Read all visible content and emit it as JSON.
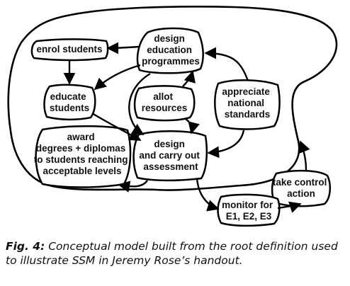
{
  "diagram": {
    "nodes": [
      {
        "id": "enrol",
        "lines": [
          "enrol students"
        ]
      },
      {
        "id": "design_programmes",
        "lines": [
          "design",
          "education",
          "programmes"
        ]
      },
      {
        "id": "educate",
        "lines": [
          "educate",
          "students"
        ]
      },
      {
        "id": "allot",
        "lines": [
          "allot",
          "resources"
        ]
      },
      {
        "id": "appreciate",
        "lines": [
          "appreciate",
          "national",
          "standards"
        ]
      },
      {
        "id": "award",
        "lines": [
          "award",
          "degrees + diplomas",
          "to students reaching",
          "acceptable levels"
        ]
      },
      {
        "id": "assessment",
        "lines": [
          "design",
          "and carry out",
          "assessment"
        ]
      },
      {
        "id": "control",
        "lines": [
          "take control",
          "action"
        ]
      },
      {
        "id": "monitor",
        "lines": [
          "monitor for",
          "E1, E2, E3"
        ]
      }
    ],
    "edges": [
      [
        "design_programmes",
        "enrol"
      ],
      [
        "design_programmes",
        "educate"
      ],
      [
        "enrol",
        "educate"
      ],
      [
        "design_programmes",
        "assessment"
      ],
      [
        "allot",
        "design_programmes"
      ],
      [
        "allot",
        "assessment"
      ],
      [
        "appreciate",
        "design_programmes"
      ],
      [
        "appreciate",
        "assessment"
      ],
      [
        "educate",
        "assessment"
      ],
      [
        "assessment",
        "award"
      ],
      [
        "assessment",
        "monitor"
      ],
      [
        "monitor",
        "control"
      ],
      [
        "control",
        "system_boundary"
      ]
    ]
  },
  "caption": {
    "label": "Fig. 4:",
    "text": " Conceptual model built from the root definition used to illustrate SSM in Jeremy Rose’s handout."
  }
}
